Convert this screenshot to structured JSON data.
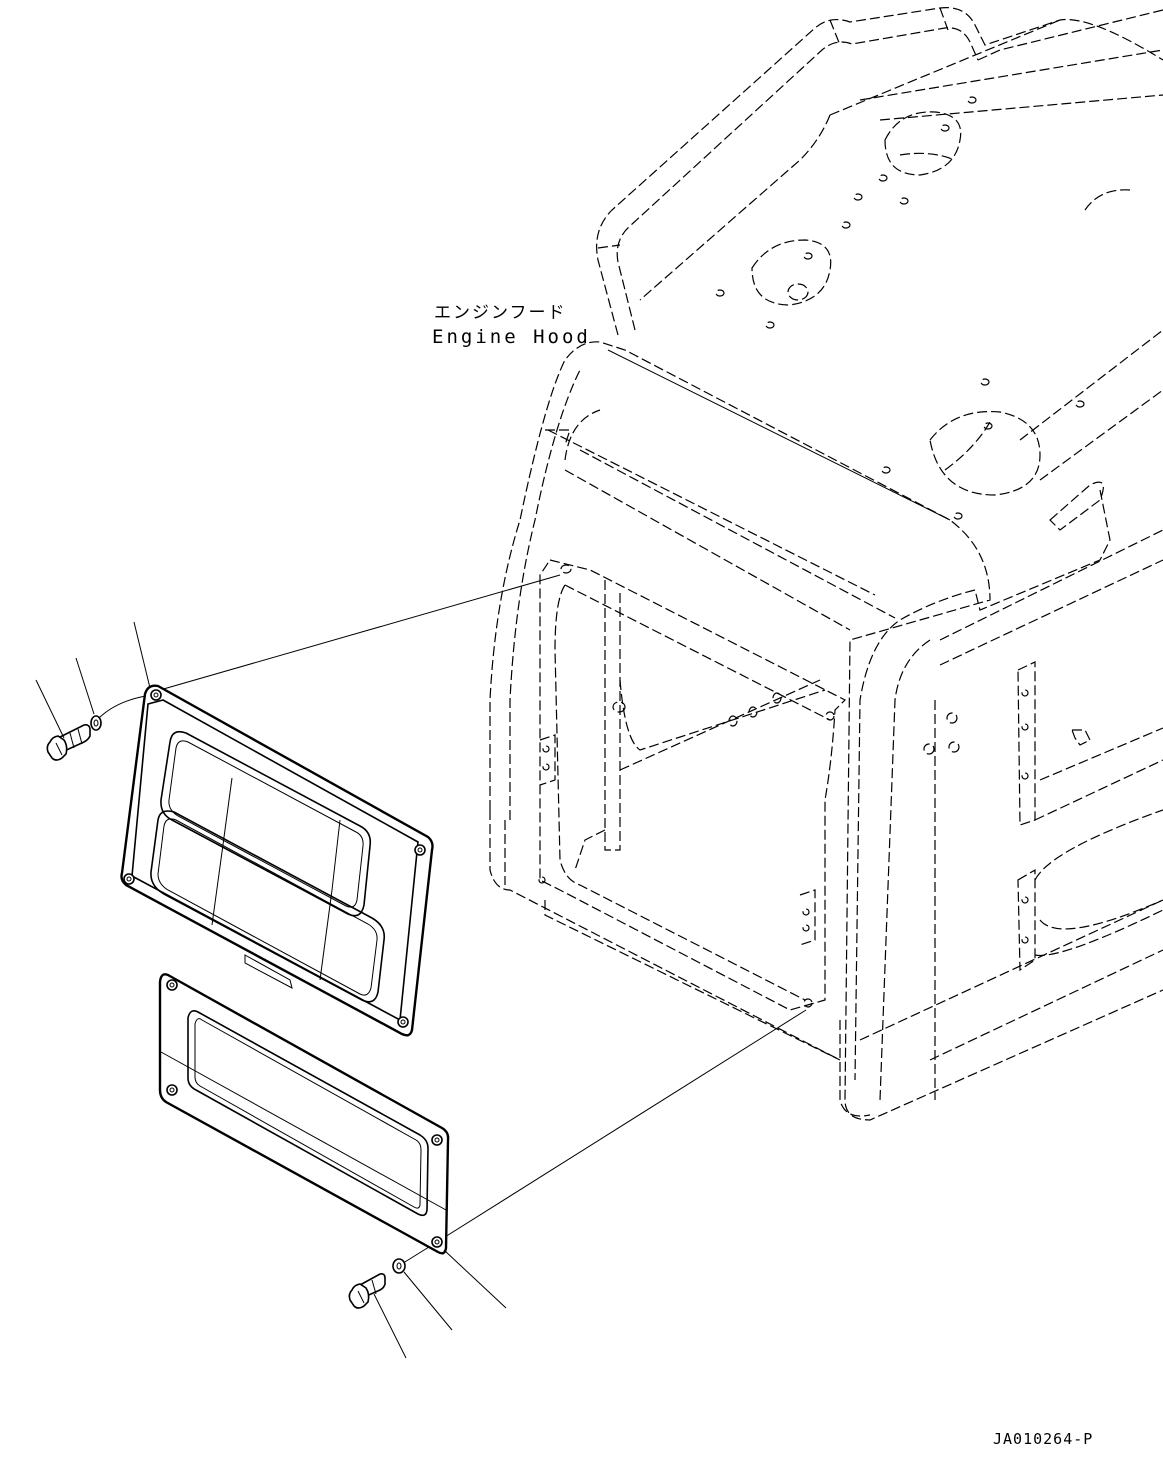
{
  "labels": {
    "hood_jp": "エンジンフード",
    "hood_en": "Engine Hood",
    "drawing_number": "JA010264-P"
  }
}
